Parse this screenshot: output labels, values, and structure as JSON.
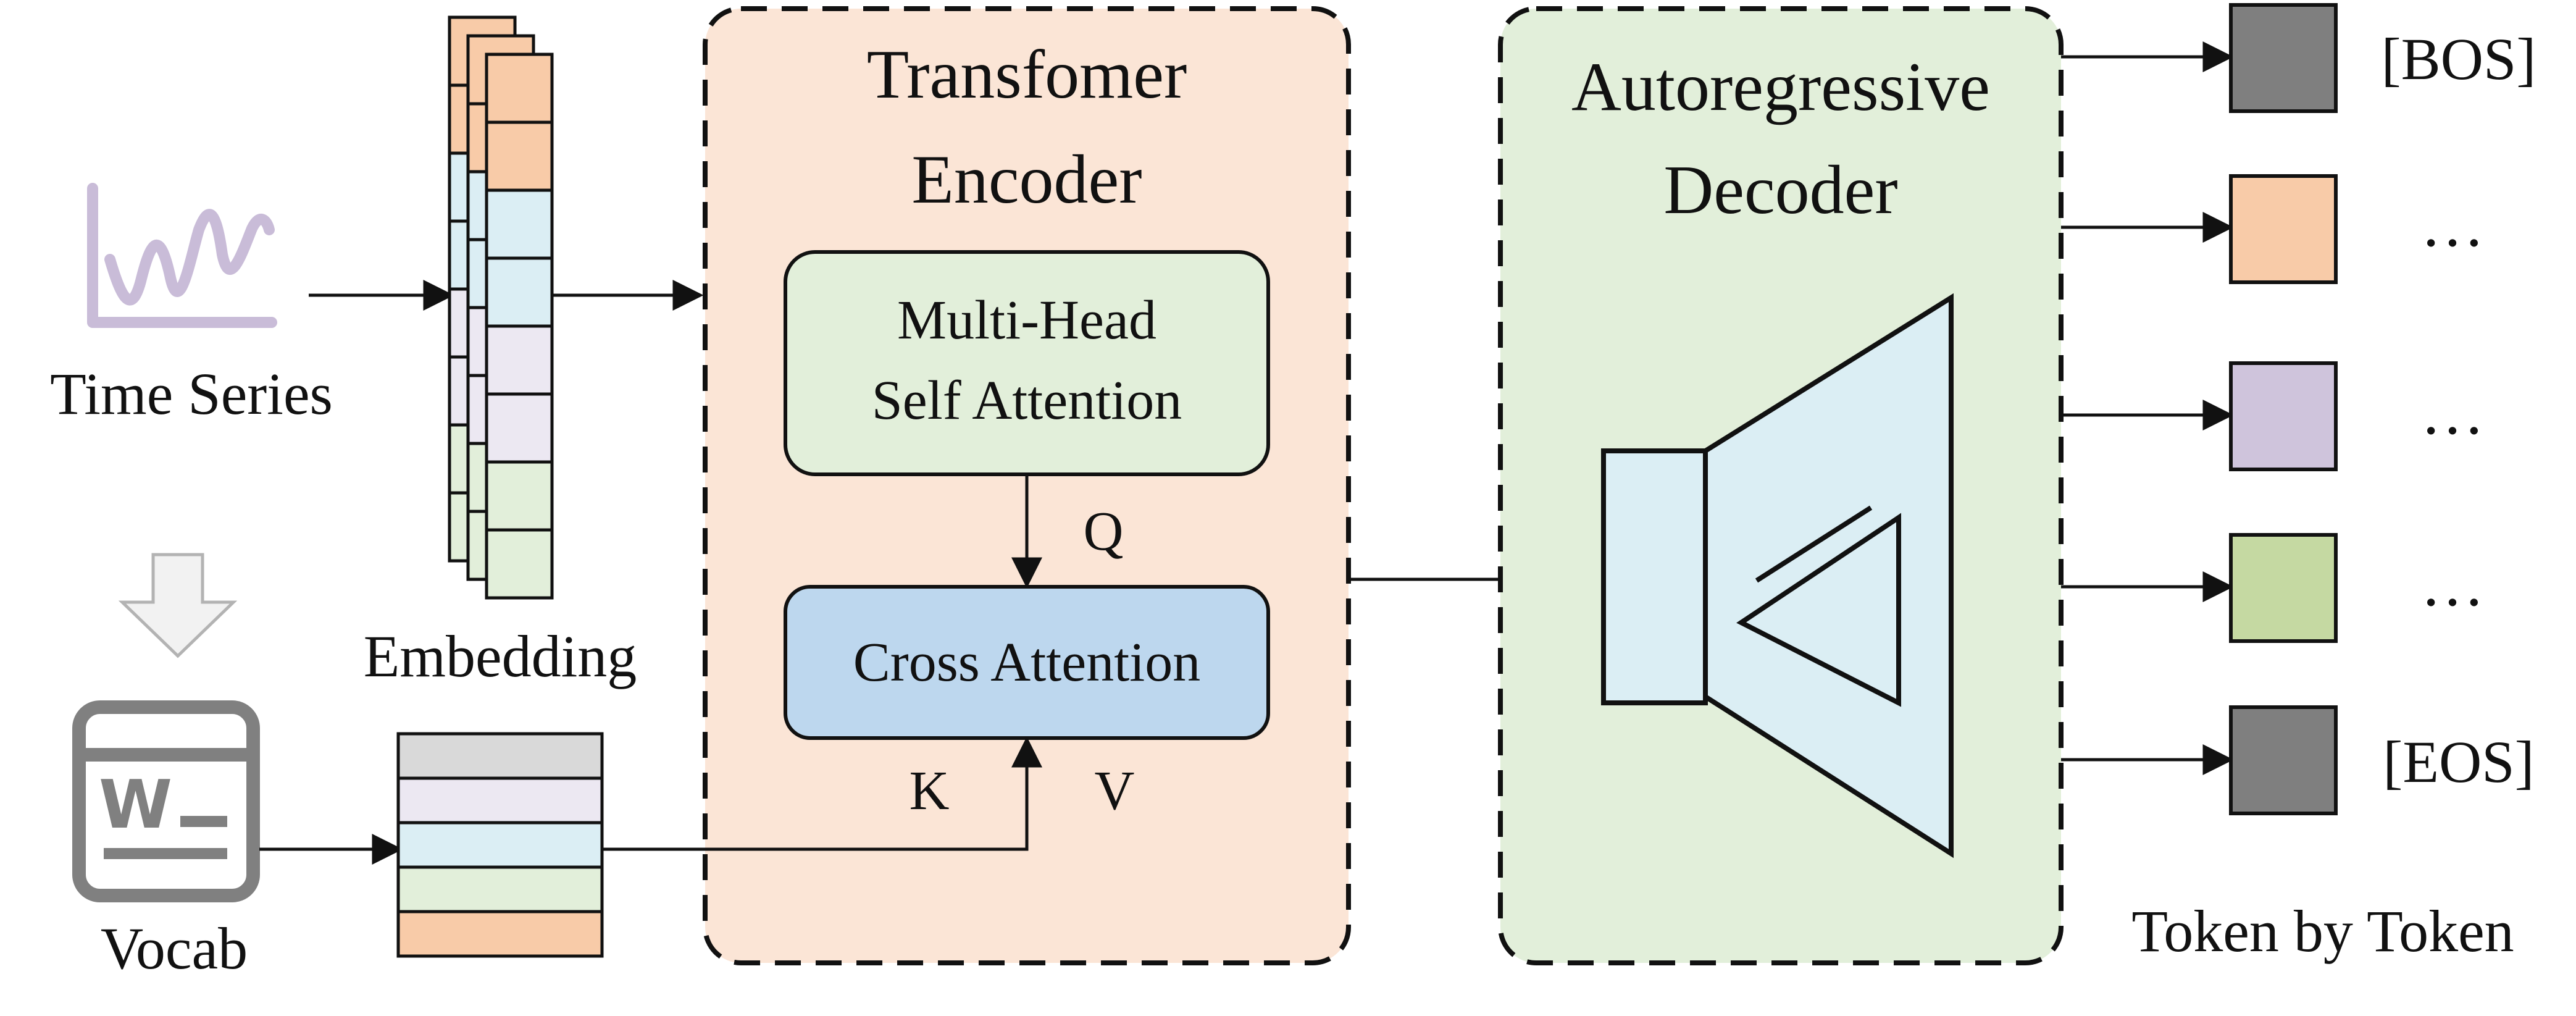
{
  "inputs": {
    "time_series_label": "Time Series",
    "embedding_label": "Embedding",
    "vocab_label": "Vocab",
    "vocab_icon_text": "W"
  },
  "encoder": {
    "title_line1": "Transfomer",
    "title_line2": "Encoder",
    "self_attention_line1": "Multi-Head",
    "self_attention_line2": "Self Attention",
    "cross_attention_label": "Cross Attention",
    "q_label": "Q",
    "k_label": "K",
    "v_label": "V"
  },
  "decoder": {
    "title_line1": "Autoregressive",
    "title_line2": "Decoder"
  },
  "outputs": {
    "tokens": [
      {
        "label": "[BOS]",
        "color": "#7f7f7f"
      },
      {
        "label": "…",
        "color": "#f8cba8"
      },
      {
        "label": "…",
        "color": "#cfc4dc"
      },
      {
        "label": "…",
        "color": "#c5d9a2"
      },
      {
        "label": "[EOS]",
        "color": "#7f7f7f"
      }
    ],
    "caption": "Token by Token"
  },
  "colors": {
    "encoder_fill": "#fbe5d6",
    "decoder_fill": "#e2efda",
    "self_attention_fill": "#e2efda",
    "cross_attention_fill": "#bdd7ee",
    "orange": "#f8cba8",
    "light_blue": "#dbeef4",
    "lavender": "#ece8f2",
    "light_green": "#e2efda",
    "gray": "#d9d9d9",
    "icon_purple": "#c9bcd8",
    "icon_gray": "#808080",
    "arrow_hollow": "#f2f2f2"
  }
}
